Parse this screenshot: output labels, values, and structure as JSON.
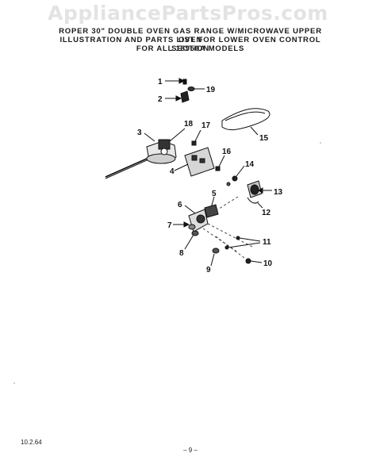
{
  "watermark": "AppliancePartsPros.com",
  "title": {
    "line1": "ROPER 30\" DOUBLE OVEN GAS RANGE W/MICROWAVE UPPER OVEN",
    "line2": "ILLUSTRATION AND PARTS LIST FOR LOWER OVEN CONTROL SECTION",
    "line3": "FOR ALL 18950A MODELS"
  },
  "callouts": {
    "c1": "1",
    "c2": "2",
    "c3": "3",
    "c4": "4",
    "c5": "5",
    "c6": "6",
    "c7": "7",
    "c8": "8",
    "c9": "9",
    "c10": "10",
    "c11": "11",
    "c12": "12",
    "c13": "13",
    "c14": "14",
    "c15": "15",
    "c16": "16",
    "c17": "17",
    "c18": "18",
    "c19": "19"
  },
  "footer": {
    "code": "10.2.64",
    "page": "– 9 –"
  }
}
